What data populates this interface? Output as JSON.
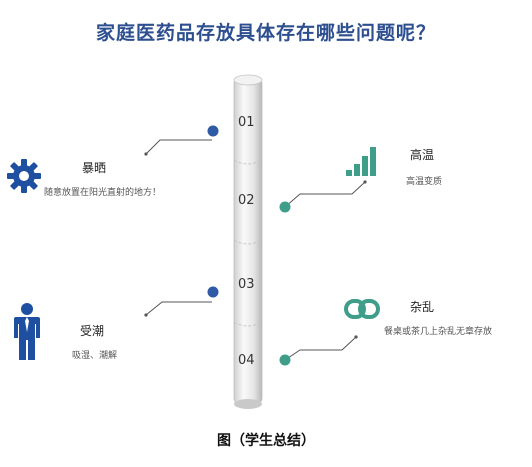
{
  "title": "家庭医药品存放具体存在哪些问题呢？",
  "steps": [
    "01",
    "02",
    "03",
    "04"
  ],
  "items": {
    "sun": {
      "heading": "暴晒",
      "desc": "随意放置在阳光直射的地方！",
      "icon": "gear-icon"
    },
    "heat": {
      "heading": "高温",
      "desc": "高温变质",
      "icon": "bar-chart-icon"
    },
    "damp": {
      "heading": "受潮",
      "desc": "吸湿、潮解",
      "icon": "person-icon"
    },
    "clutter": {
      "heading": "杂乱",
      "desc": "餐桌或茶几上杂乱无章存放",
      "icon": "chain-link-icon"
    }
  },
  "caption": "图（学生总结）",
  "colors": {
    "title": "#2e4f8f",
    "blue": "#2e5aa6",
    "teal": "#3f9e8a",
    "icon_blue": "#1f4fa0"
  }
}
